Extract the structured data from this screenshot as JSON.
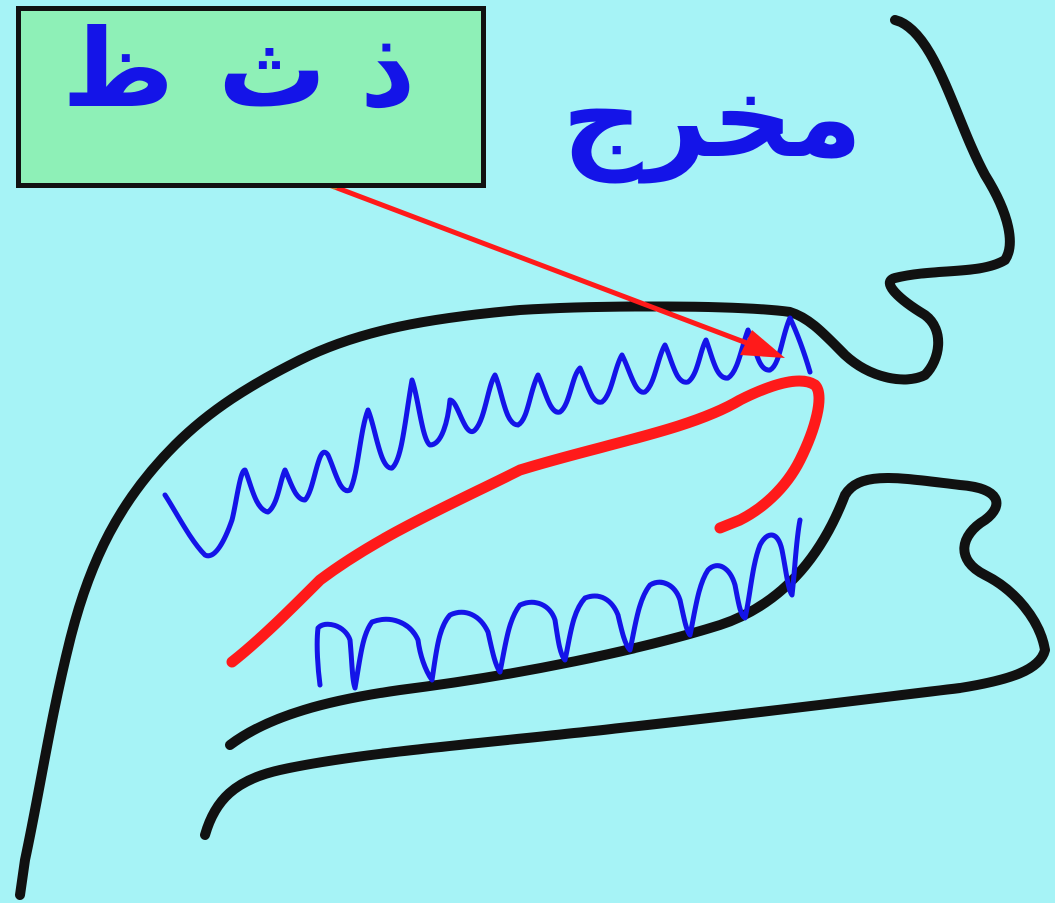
{
  "letters": [
    "ذ",
    "ث",
    "ظ"
  ],
  "heading": "مخرج",
  "colors": {
    "background": "#a6f3f6",
    "box_fill": "#8ef0b7",
    "outline": "#111111",
    "text": "#1414e8",
    "teeth": "#1414e8",
    "tongue": "#ff1a1a"
  },
  "icons": {
    "arrow": "arrow-icon"
  }
}
